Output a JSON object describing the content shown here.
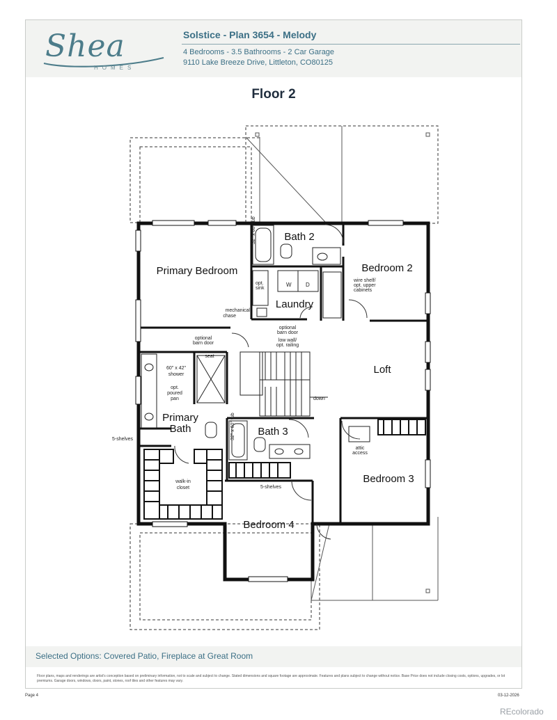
{
  "header": {
    "logo_text": "Shea",
    "logo_sub": "HOMES",
    "title": "Solstice - Plan 3654 - Melody",
    "specs": "4 Bedrooms - 3.5 Bathrooms - 2 Car Garage",
    "address": "9110 Lake Breeze Drive, Littleton, CO80125"
  },
  "floor_title": "Floor 2",
  "rooms": {
    "primary_bedroom": "Primary Bedroom",
    "bath2": "Bath 2",
    "bedroom2": "Bedroom 2",
    "laundry": "Laundry",
    "loft": "Loft",
    "primary_bath_1": "Primary",
    "primary_bath_2": "Bath",
    "bath3": "Bath 3",
    "bedroom3": "Bedroom 3",
    "bedroom4": "Bedroom 4"
  },
  "notes": {
    "tub2_a": "32\" x 60\"",
    "tub2_b": "tub",
    "tub3_a": "32\" x 60\"",
    "tub3_b": "tub",
    "wire_shelf_1": "wire shelf/",
    "wire_shelf_2": "opt. upper",
    "wire_shelf_3": "cabinets",
    "opt_sink_1": "opt.",
    "opt_sink_2": "sink",
    "washer": "W",
    "dryer": "D",
    "mech_1": "mechanical",
    "mech_2": "chase",
    "barn_primary_1": "optional",
    "barn_primary_2": "barn door",
    "barn_laundry_1": "optional",
    "barn_laundry_2": "barn door",
    "low_wall_1": "low wall/",
    "low_wall_2": "opt. railing",
    "seat": "seat",
    "shower_1": "60\" x 42\"",
    "shower_2": "shower",
    "pan_1": "opt.",
    "pan_2": "poured",
    "pan_3": "pan",
    "shelves_left": "5-shelves",
    "shelves_mid": "5-shelves",
    "walkin_1": "walk-in",
    "walkin_2": "closet",
    "down": "down",
    "attic_1": "attic",
    "attic_2": "access"
  },
  "footer": {
    "options": "Selected Options: Covered Patio, Fireplace at Great Room",
    "disclaimer": "Floor plans, maps and renderings are artist's conception based on preliminary information, not to scale and subject to change. Stated dimensions and square footage are approximate. Features and plans subject to change without notice. Base Price does not include closing costs, options, upgrades, or lot premiums. Garage doors, windows, doors, paint, stones, roof tiles and other features may vary.",
    "page": "Page 4",
    "date": "03-12-2026"
  },
  "watermark": "REcolorado",
  "colors": {
    "brand": "#3b6f85",
    "wall": "#111111",
    "header_bg": "#f2f3f1"
  }
}
